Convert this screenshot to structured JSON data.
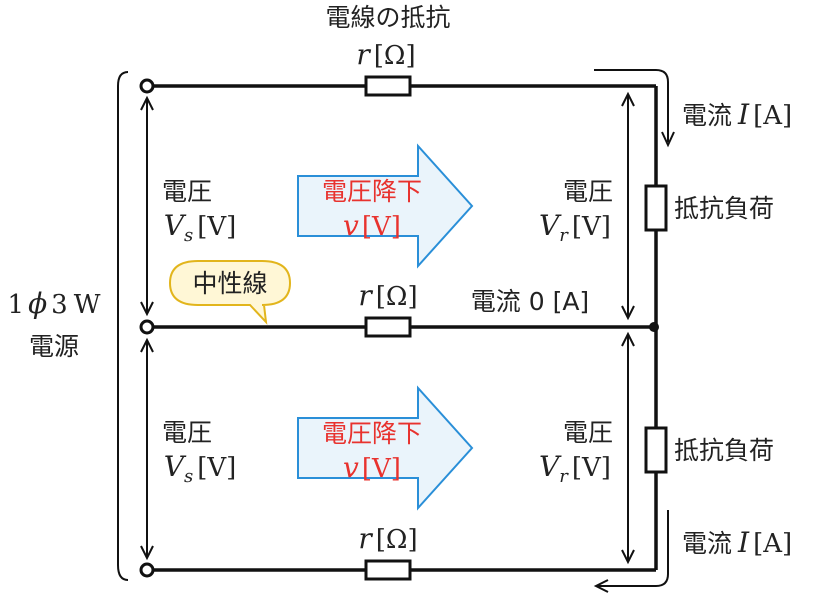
{
  "top_label": "電線の抵抗",
  "resistance_symbol": "r",
  "resistance_unit": "[Ω]",
  "source": {
    "line1": "1",
    "phi": "ϕ",
    "line1b": "3",
    "w": "W",
    "line2": "電源"
  },
  "voltage_word": "電圧",
  "vs_symbol": "V",
  "vs_sub": "s",
  "vr_symbol": "V",
  "vr_sub": "r",
  "volt_unit": "[V]",
  "drop_word": "電圧降下",
  "drop_symbol": "v",
  "drop_unit": "[V]",
  "neutral_label": "中性線",
  "current_word": "電流",
  "current_symbol": "I",
  "current_unit": "[A]",
  "neutral_current": "電流 0 [A]",
  "load_label": "抵抗負荷",
  "colors": {
    "arrow_fill": "#eaf4fb",
    "arrow_stroke": "#2a8fd8",
    "drop_text": "#e8322e",
    "bubble_fill": "#fff7d6",
    "bubble_stroke": "#e2b51c"
  }
}
